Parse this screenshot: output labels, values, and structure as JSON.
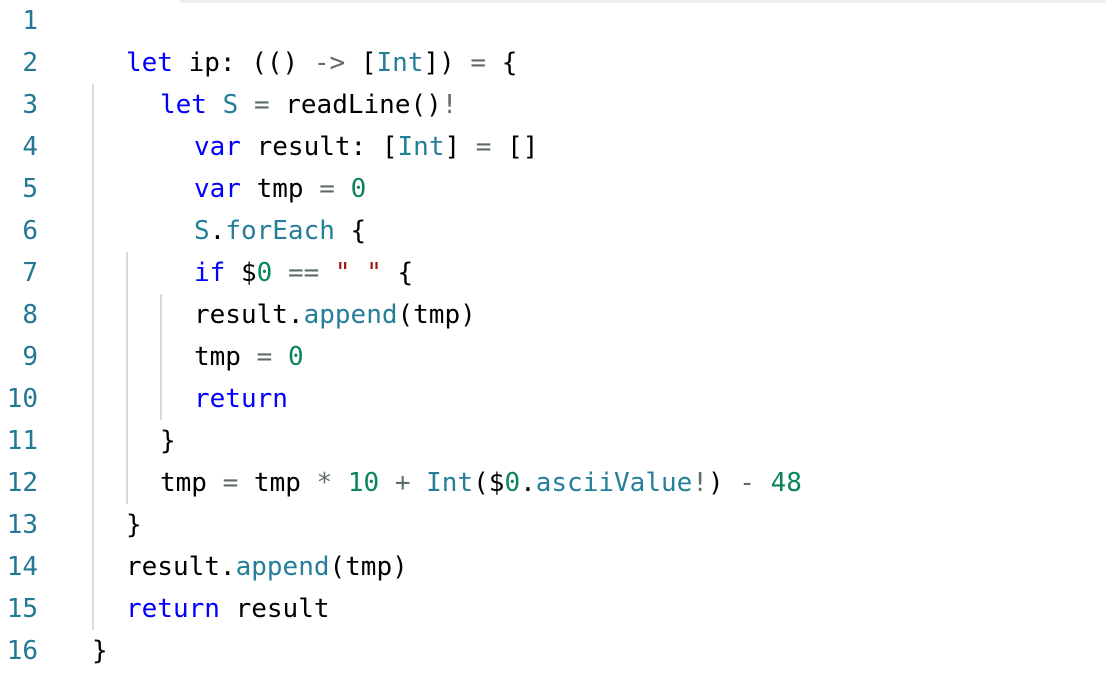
{
  "lines": [
    {
      "number": "1",
      "tokens": []
    },
    {
      "number": "2",
      "tokens": [
        {
          "cls": "kw",
          "text": "let"
        },
        {
          "cls": "id",
          "text": " ip: (() "
        },
        {
          "cls": "op",
          "text": "->"
        },
        {
          "cls": "id",
          "text": " ["
        },
        {
          "cls": "tp",
          "text": "Int"
        },
        {
          "cls": "id",
          "text": "]) "
        },
        {
          "cls": "op",
          "text": "="
        },
        {
          "cls": "id",
          "text": " {"
        }
      ]
    },
    {
      "number": "3",
      "tokens": [
        {
          "cls": "kw",
          "text": "let"
        },
        {
          "cls": "id",
          "text": " "
        },
        {
          "cls": "tp",
          "text": "S"
        },
        {
          "cls": "id",
          "text": " "
        },
        {
          "cls": "op",
          "text": "="
        },
        {
          "cls": "id",
          "text": " readLine()"
        },
        {
          "cls": "op",
          "text": "!"
        }
      ]
    },
    {
      "number": "4",
      "tokens": [
        {
          "cls": "kw",
          "text": "var"
        },
        {
          "cls": "id",
          "text": " result: ["
        },
        {
          "cls": "tp",
          "text": "Int"
        },
        {
          "cls": "id",
          "text": "] "
        },
        {
          "cls": "op",
          "text": "="
        },
        {
          "cls": "id",
          "text": " []"
        }
      ]
    },
    {
      "number": "5",
      "tokens": [
        {
          "cls": "kw",
          "text": "var"
        },
        {
          "cls": "id",
          "text": " tmp "
        },
        {
          "cls": "op",
          "text": "="
        },
        {
          "cls": "id",
          "text": " "
        },
        {
          "cls": "nm",
          "text": "0"
        }
      ]
    },
    {
      "number": "6",
      "tokens": [
        {
          "cls": "tp",
          "text": "S"
        },
        {
          "cls": "id",
          "text": "."
        },
        {
          "cls": "tp",
          "text": "forEach"
        },
        {
          "cls": "id",
          "text": " {"
        }
      ]
    },
    {
      "number": "7",
      "tokens": [
        {
          "cls": "kw",
          "text": "if"
        },
        {
          "cls": "id",
          "text": " $"
        },
        {
          "cls": "nm",
          "text": "0"
        },
        {
          "cls": "id",
          "text": " "
        },
        {
          "cls": "op",
          "text": "=="
        },
        {
          "cls": "id",
          "text": " "
        },
        {
          "cls": "st",
          "text": "\" \""
        },
        {
          "cls": "id",
          "text": " {"
        }
      ]
    },
    {
      "number": "8",
      "tokens": [
        {
          "cls": "id",
          "text": "result."
        },
        {
          "cls": "tp",
          "text": "append"
        },
        {
          "cls": "id",
          "text": "(tmp)"
        }
      ]
    },
    {
      "number": "9",
      "tokens": [
        {
          "cls": "id",
          "text": "tmp "
        },
        {
          "cls": "op",
          "text": "="
        },
        {
          "cls": "id",
          "text": " "
        },
        {
          "cls": "nm",
          "text": "0"
        }
      ]
    },
    {
      "number": "10",
      "tokens": [
        {
          "cls": "kw",
          "text": "return"
        }
      ]
    },
    {
      "number": "11",
      "tokens": [
        {
          "cls": "id",
          "text": "}"
        }
      ]
    },
    {
      "number": "12",
      "tokens": [
        {
          "cls": "id",
          "text": "tmp "
        },
        {
          "cls": "op",
          "text": "="
        },
        {
          "cls": "id",
          "text": " tmp "
        },
        {
          "cls": "op",
          "text": "*"
        },
        {
          "cls": "id",
          "text": " "
        },
        {
          "cls": "nm",
          "text": "10"
        },
        {
          "cls": "id",
          "text": " "
        },
        {
          "cls": "op",
          "text": "+"
        },
        {
          "cls": "id",
          "text": " "
        },
        {
          "cls": "tp",
          "text": "Int"
        },
        {
          "cls": "id",
          "text": "($"
        },
        {
          "cls": "nm",
          "text": "0"
        },
        {
          "cls": "id",
          "text": "."
        },
        {
          "cls": "tp",
          "text": "asciiValue"
        },
        {
          "cls": "op",
          "text": "!"
        },
        {
          "cls": "id",
          "text": ") "
        },
        {
          "cls": "op",
          "text": "-"
        },
        {
          "cls": "id",
          "text": " "
        },
        {
          "cls": "nm",
          "text": "48"
        }
      ]
    },
    {
      "number": "13",
      "tokens": [
        {
          "cls": "id",
          "text": "}"
        }
      ]
    },
    {
      "number": "14",
      "tokens": [
        {
          "cls": "id",
          "text": "result."
        },
        {
          "cls": "tp",
          "text": "append"
        },
        {
          "cls": "id",
          "text": "(tmp)"
        }
      ]
    },
    {
      "number": "15",
      "tokens": [
        {
          "cls": "kw",
          "text": "return"
        },
        {
          "cls": "id",
          "text": " result"
        }
      ]
    },
    {
      "number": "16",
      "tokens": [
        {
          "cls": "id",
          "text": "}"
        }
      ]
    }
  ],
  "colors": {
    "keyword": "#0000ff",
    "type": "#267f99",
    "number": "#098658",
    "string": "#a31515",
    "operator": "#5f6b6b",
    "line_number": "#237893",
    "guide": "#d9d9d9"
  }
}
